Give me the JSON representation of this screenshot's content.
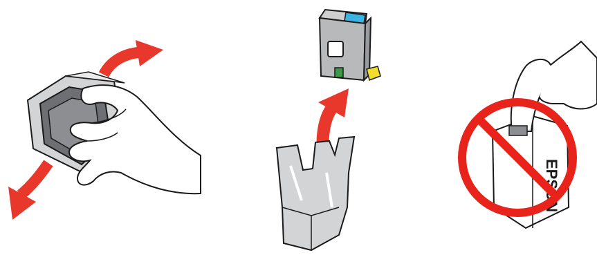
{
  "colors": {
    "arrow_red": "#e8372b",
    "prohibition_red": "#e8231c",
    "outline": "#1a1a1a",
    "cartridge_body": "#b8b9bb",
    "cartridge_label_blue": "#3bb3e4",
    "chip_green": "#3c9a46",
    "tab_yellow": "#f2dd2a",
    "skin": "#ffffff",
    "package_gray": "#d3d4d6"
  },
  "illustrations": [
    {
      "step": "shake-cartridge",
      "icons": [
        "hand-icon",
        "ink-cartridge-icon",
        "curved-arrow-up-icon",
        "curved-arrow-down-icon"
      ]
    },
    {
      "step": "remove-from-package",
      "icons": [
        "ink-cartridge-icon",
        "package-bag-icon",
        "curved-arrow-up-icon"
      ]
    },
    {
      "step": "do-not-touch-chip",
      "icons": [
        "prohibition-icon",
        "finger-hand-icon",
        "cartridge-icon"
      ]
    }
  ],
  "cartridge_label": "EPSON"
}
